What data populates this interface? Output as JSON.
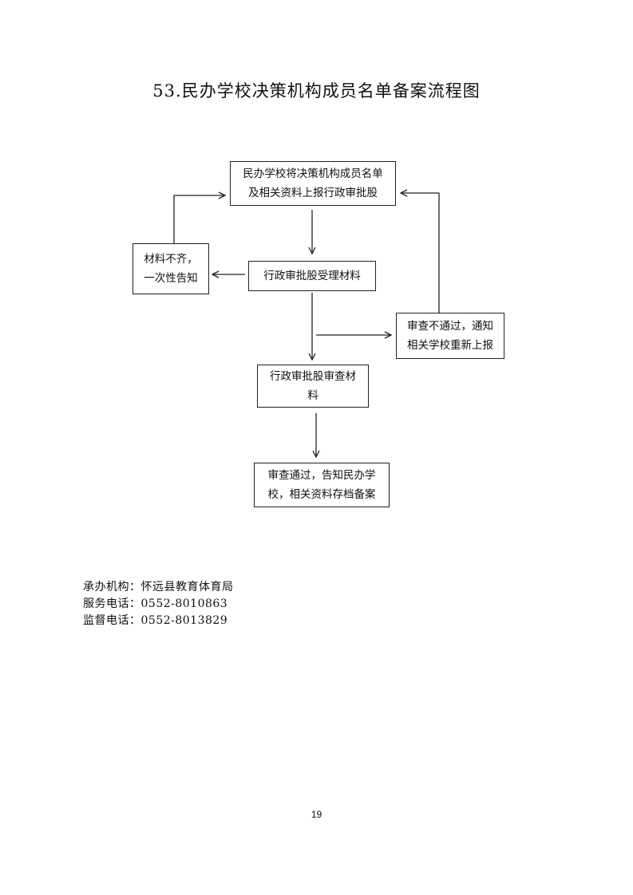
{
  "title": "53.民办学校决策机构成员名单备案流程图",
  "flowchart": {
    "submit": {
      "line1": "民办学校将决策机构成员名单",
      "line2": "及相关资料上报行政审批股"
    },
    "incomplete": {
      "line1": "材料不齐，",
      "line2": "一次性告知"
    },
    "accept": {
      "line1": "行政审批股受理材料"
    },
    "fail": {
      "line1": "审查不通过，通知",
      "line2": "相关学校重新上报"
    },
    "review": {
      "line1": "行政审批股审查材",
      "line2": "料"
    },
    "pass": {
      "line1": "审查通过，告知民办学",
      "line2": "校，相关资料存档备案"
    }
  },
  "footer": {
    "agency_label": "承办机构：",
    "agency_value": "怀远县教育体育局",
    "service_phone_label": "服务电话：",
    "service_phone_value": "0552-8010863",
    "supervision_phone_label": "监督电话：",
    "supervision_phone_value": "0552-8013829"
  },
  "page_number": "19",
  "colors": {
    "line": "#222222",
    "text": "#111111",
    "background": "#ffffff"
  }
}
